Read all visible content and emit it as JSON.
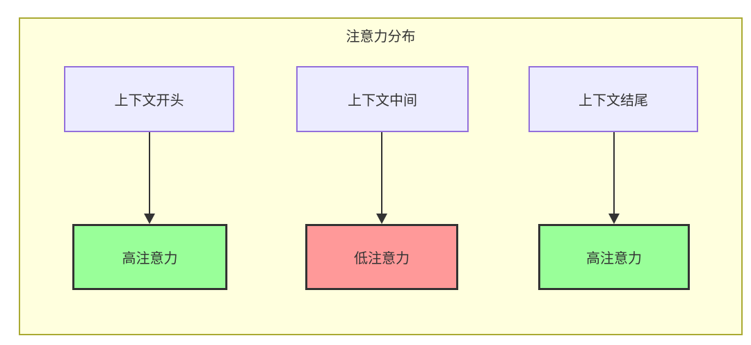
{
  "diagram": {
    "title": "注意力分布",
    "top_nodes": [
      {
        "id": "context-start",
        "label": "上下文开头"
      },
      {
        "id": "context-middle",
        "label": "上下文中间"
      },
      {
        "id": "context-end",
        "label": "上下文结尾"
      }
    ],
    "bottom_nodes": [
      {
        "id": "attention-high-1",
        "label": "高注意力",
        "level": "high"
      },
      {
        "id": "attention-low",
        "label": "低注意力",
        "level": "low"
      },
      {
        "id": "attention-high-2",
        "label": "高注意力",
        "level": "high"
      }
    ],
    "edges": [
      {
        "from": "context-start",
        "to": "attention-high-1"
      },
      {
        "from": "context-middle",
        "to": "attention-low"
      },
      {
        "from": "context-end",
        "to": "attention-high-2"
      }
    ],
    "colors": {
      "cluster_fill": "#ffffde",
      "cluster_border": "#aaaa33",
      "context_fill": "#ececff",
      "context_border": "#9370db",
      "high_attention_fill": "#99ff99",
      "low_attention_fill": "#ff9999",
      "attention_border": "#333333",
      "arrow": "#333333",
      "text": "#333333"
    }
  }
}
